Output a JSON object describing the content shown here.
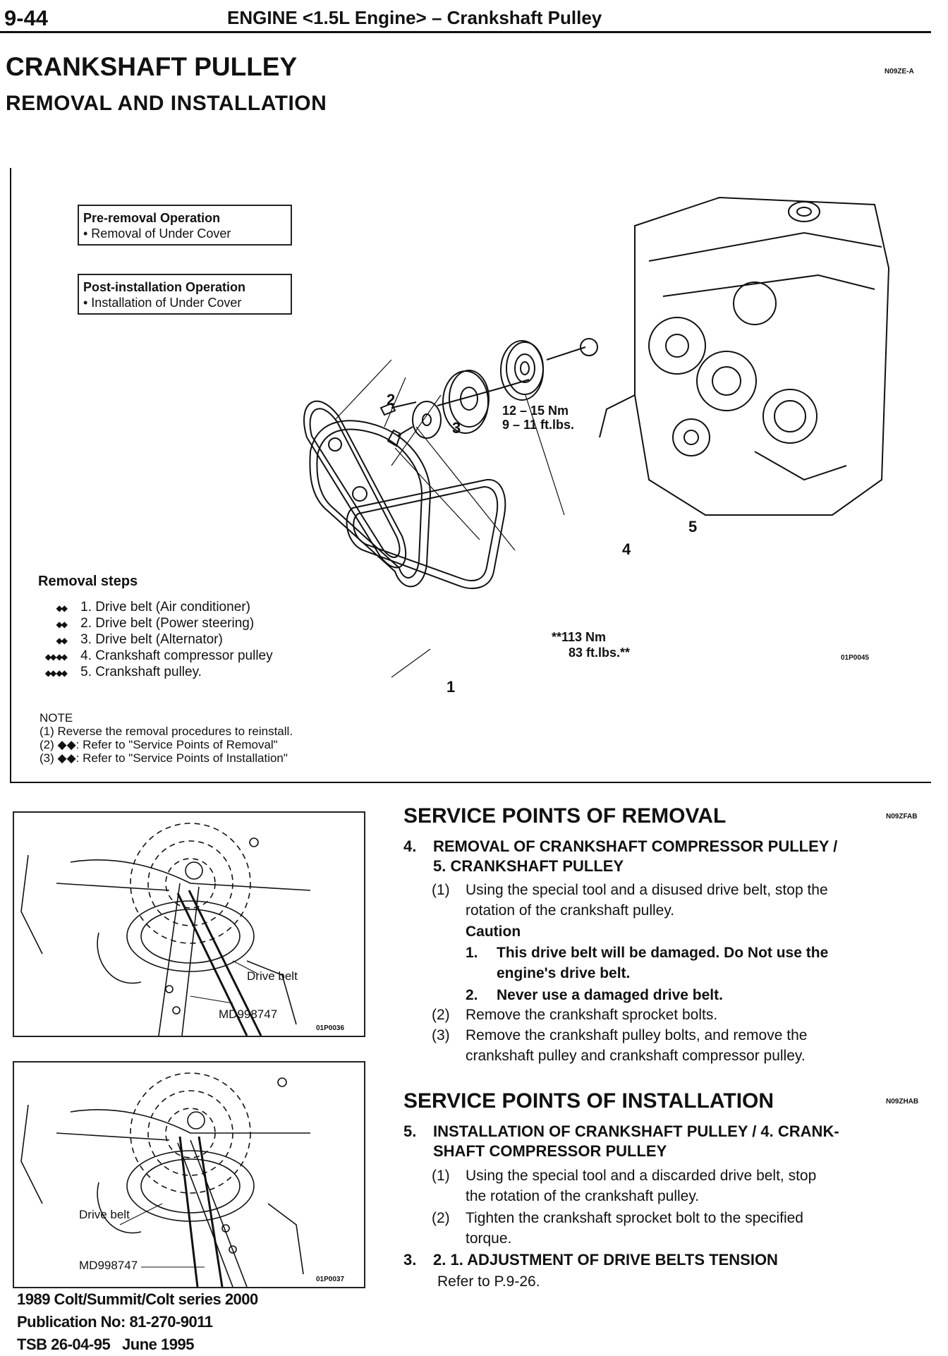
{
  "header": {
    "page_number": "9-44",
    "title": "ENGINE <1.5L Engine> – Crankshaft Pulley"
  },
  "main_title": "CRANKSHAFT PULLEY",
  "main_code": "N09ZE-A",
  "subtitle": "REMOVAL AND INSTALLATION",
  "pre_removal": {
    "title": "Pre-removal Operation",
    "item": "• Removal of Under Cover"
  },
  "post_installation": {
    "title": "Post-installation Operation",
    "item": "• Installation of Under Cover"
  },
  "callouts": {
    "c1": "1",
    "c2": "2",
    "c3": "3",
    "c4": "4",
    "c5": "5"
  },
  "torque_small": {
    "line1": "12 – 15 Nm",
    "line2": "9 – 11 ft.lbs."
  },
  "torque_big": {
    "line1": "**113 Nm",
    "line2": "83 ft.lbs.**"
  },
  "diagram_code": "01P0045",
  "removal_steps": {
    "title": "Removal steps",
    "items": [
      {
        "marks": "◆◆",
        "num": "1.",
        "text": "Drive belt (Air conditioner)"
      },
      {
        "marks": "◆◆",
        "num": "2.",
        "text": "Drive belt (Power steering)"
      },
      {
        "marks": "◆◆",
        "num": "3.",
        "text": "Drive belt (Alternator)"
      },
      {
        "marks": "◆◆ ◆◆",
        "num": "4.",
        "text": "Crankshaft compressor pulley"
      },
      {
        "marks": "◆◆ ◆◆",
        "num": "5.",
        "text": "Crankshaft pulley."
      }
    ]
  },
  "note": {
    "title": "NOTE",
    "lines": [
      "(1)  Reverse the removal procedures to reinstall.",
      "(2)  ◆◆: Refer to \"Service Points of Removal\"",
      "(3)  ◆◆: Refer to \"Service Points of Installation\""
    ]
  },
  "fig1": {
    "label_belt": "Drive belt",
    "label_tool": "MD998747",
    "code": "01P0036"
  },
  "fig2": {
    "label_belt": "Drive belt",
    "label_tool": "MD998747",
    "code": "01P0037"
  },
  "removal_section": {
    "title": "SERVICE POINTS OF REMOVAL",
    "code": "N09ZFAB",
    "item_num": "4.",
    "item_line1": "REMOVAL OF CRANKSHAFT COMPRESSOR PULLEY /",
    "item_line2": "5. CRANKSHAFT PULLEY",
    "p1_num": "(1)",
    "p1_line1": "Using the special tool and a disused drive belt, stop the",
    "p1_line2": "rotation of the crankshaft pulley.",
    "caution": "Caution",
    "c1_num": "1.",
    "c1_line1": "This drive belt will be damaged. Do Not use the",
    "c1_line2": "engine's drive belt.",
    "c2_num": "2.",
    "c2_text": "Never use a damaged drive belt.",
    "p2_num": "(2)",
    "p2_text": "Remove the crankshaft sprocket bolts.",
    "p3_num": "(3)",
    "p3_line1": "Remove the crankshaft pulley bolts, and remove the",
    "p3_line2": "crankshaft pulley and crankshaft compressor pulley."
  },
  "install_section": {
    "title": "SERVICE POINTS OF INSTALLATION",
    "code": "N09ZHAB",
    "item_num": "5.",
    "item_line1": "INSTALLATION OF CRANKSHAFT PULLEY / 4. CRANK-",
    "item_line2": "SHAFT COMPRESSOR PULLEY",
    "p1_num": "(1)",
    "p1_line1": "Using the special tool and a discarded drive belt, stop",
    "p1_line2": "the rotation of the crankshaft pulley.",
    "p2_num": "(2)",
    "p2_line1": "Tighten the crankshaft sprocket bolt to the specified",
    "p2_line2": "torque.",
    "item3_num": "3.",
    "item3_text": "2. 1. ADJUSTMENT OF DRIVE BELTS TENSION",
    "item3_ref": "Refer to P.9-26."
  },
  "footer": {
    "line1": "1989 Colt/Summit/Colt series 2000",
    "line2": "Publication No: 81-270-9011",
    "line3_a": "TSB 26-04-95",
    "line3_b": "June 1995"
  }
}
